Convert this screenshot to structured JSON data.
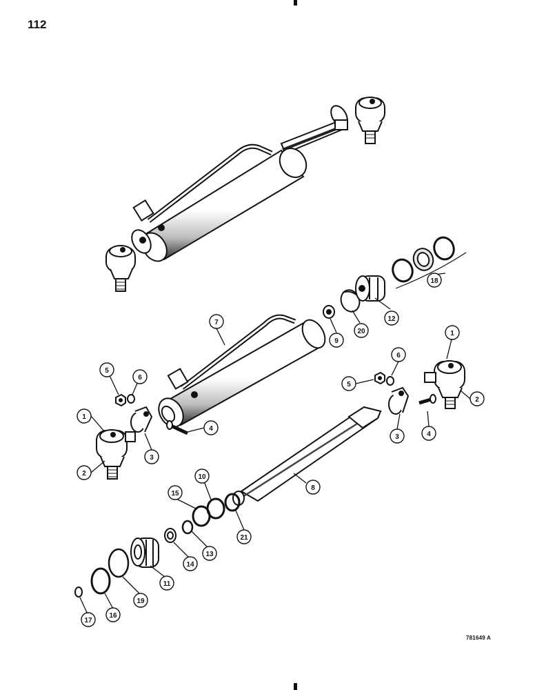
{
  "page": {
    "number": "112",
    "figure_code": "781649 A"
  },
  "callouts": [
    "1",
    "2",
    "3",
    "4",
    "5",
    "6",
    "7",
    "8",
    "9",
    "10",
    "11",
    "12",
    "13",
    "14",
    "15",
    "16",
    "17",
    "18",
    "19",
    "20",
    "21"
  ],
  "colors": {
    "ink": "#111111",
    "paper": "#ffffff",
    "shade": "#cfcfcf"
  }
}
